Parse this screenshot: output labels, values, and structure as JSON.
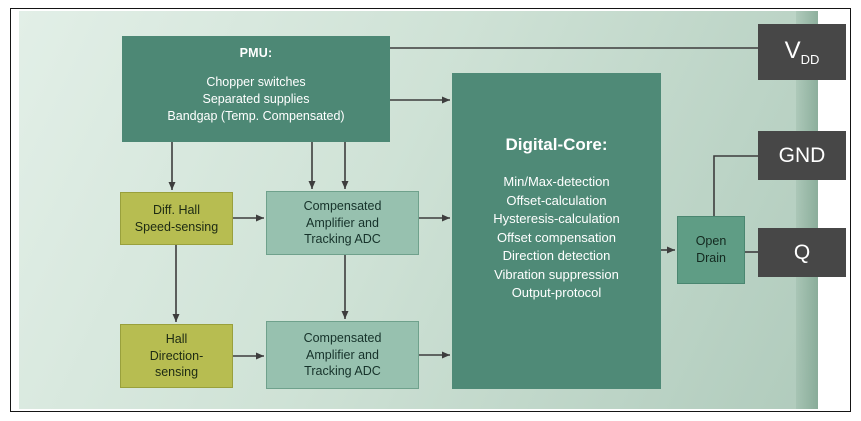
{
  "pmu": {
    "title": "PMU:",
    "lines": [
      "Chopper switches",
      "Separated supplies",
      "Bandgap (Temp. Compensated)"
    ]
  },
  "digital_core": {
    "title": "Digital-Core:",
    "functions": [
      "Min/Max-detection",
      "Offset-calculation",
      "Hysteresis-calculation",
      "Offset compensation",
      "Direction detection",
      "Vibration suppression",
      "Output-protocol"
    ]
  },
  "diff_hall": {
    "lines": [
      "Diff. Hall",
      "Speed-sensing"
    ]
  },
  "hall_direction": {
    "lines": [
      "Hall",
      "Direction-",
      "sensing"
    ]
  },
  "comp_adc_top": {
    "lines": [
      "Compensated",
      "Amplifier and",
      "Tracking ADC"
    ]
  },
  "comp_adc_bottom": {
    "lines": [
      "Compensated",
      "Amplifier and",
      "Tracking ADC"
    ]
  },
  "open_drain": {
    "lines": [
      "Open",
      "Drain"
    ]
  },
  "pins": {
    "vdd_main": "V",
    "vdd_sub": "DD",
    "gnd": "GND",
    "q": "Q"
  },
  "colors": {
    "block_dark_green": "#4d8875",
    "core_green": "#4f8a77",
    "adc_light_green": "#97c1af",
    "sensor_olive": "#b7bd51",
    "open_drain_green": "#5f9d85",
    "pin_gray": "#474747",
    "connector": "#3d3d3d",
    "panel_light": "#e2efe7",
    "panel_dark": "#b0cbbc"
  }
}
